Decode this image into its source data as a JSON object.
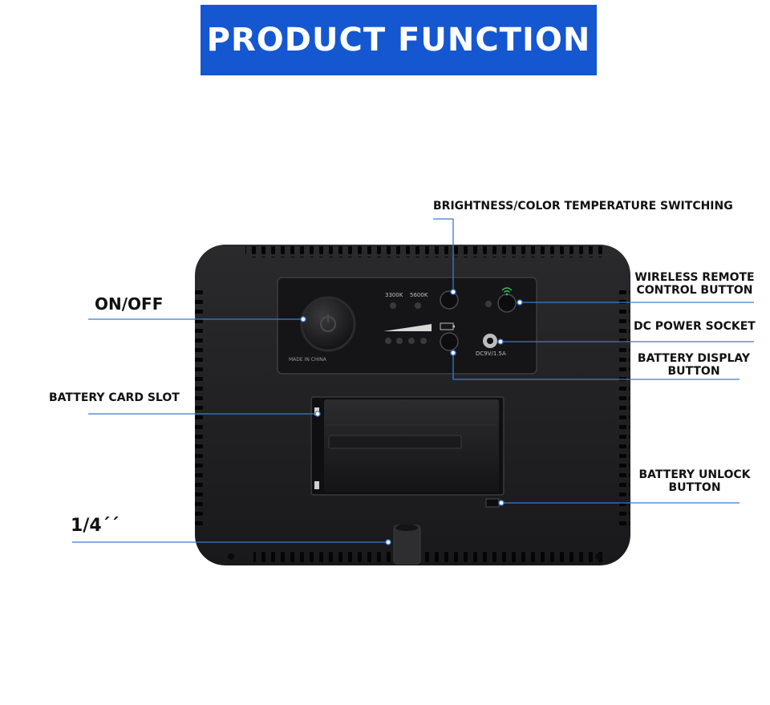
{
  "header": {
    "title": "PRODUCT FUNCTION"
  },
  "callouts": {
    "brightness": "BRIGHTNESS/COLOR TEMPERATURE SWITCHING",
    "wireless_line1": "WIRELESS REMOTE",
    "wireless_line2": "CONTROL BUTTON",
    "dc_power": "DC POWER SOCKET",
    "battery_display_line1": "BATTERY DISPLAY",
    "battery_display_line2": "BUTTON",
    "onoff": "ON/OFF",
    "battery_slot": "BATTERY CARD SLOT",
    "battery_unlock_line1": "BATTERY UNLOCK",
    "battery_unlock_line2": "BUTTON",
    "mount": "1/4´´"
  },
  "device": {
    "panel_3300": "3300K",
    "panel_5600": "5600K",
    "made_in": "MADE IN CHINA",
    "dc_rating": "DC9V/1.5A"
  },
  "colors": {
    "banner": "#1457d0",
    "leader_line": "#3a7bd5",
    "device_body": "#1e1e20"
  }
}
